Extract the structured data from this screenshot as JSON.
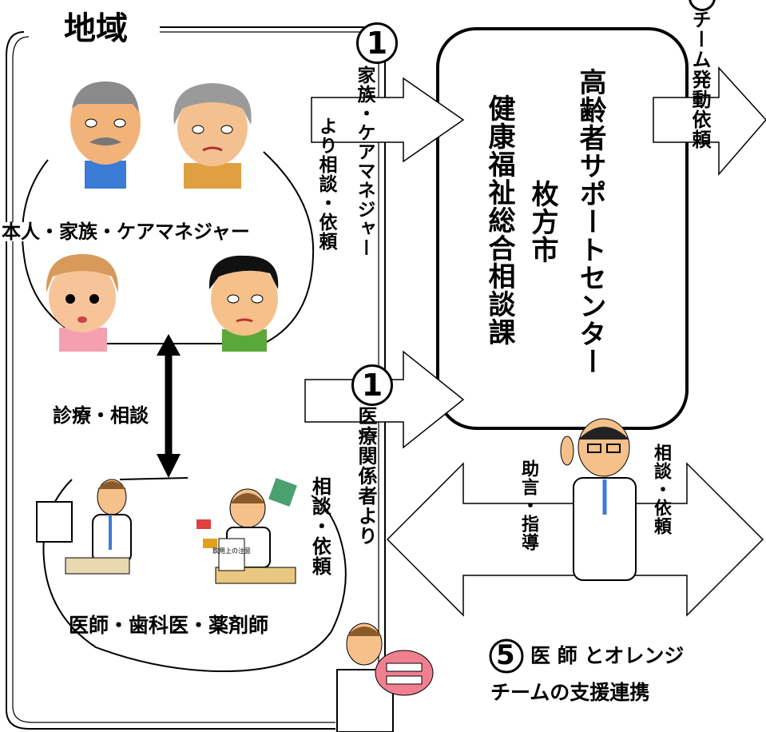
{
  "region": {
    "title": "地域"
  },
  "step1_top": {
    "number": "1",
    "label_a": "家族・ケアマネジャー",
    "label_b": "より相談・依頼"
  },
  "step1_mid": {
    "number": "1",
    "label": "医療関係者より"
  },
  "center": {
    "label_1": "高齢者サポートセンター",
    "label_2": "枚方市",
    "label_3": "健康福祉総合相談課"
  },
  "team_request": {
    "label": "チーム発動依頼"
  },
  "family_group": {
    "label": "本人・家族・ケアマネジャー"
  },
  "consult_arrow": {
    "label": "診療・相談"
  },
  "medical_group": {
    "label": "医師・歯科医・薬剤師",
    "consult_label": "相談・依頼"
  },
  "doctor_exchange": {
    "advice_label": "助言・指導",
    "consult_label": "相談・依頼"
  },
  "step5": {
    "number": "5",
    "label_line1": "医 師 とオレンジ",
    "label_line2": "チームの支援連携"
  },
  "medicine_bag_text": "飲用上の注意"
}
